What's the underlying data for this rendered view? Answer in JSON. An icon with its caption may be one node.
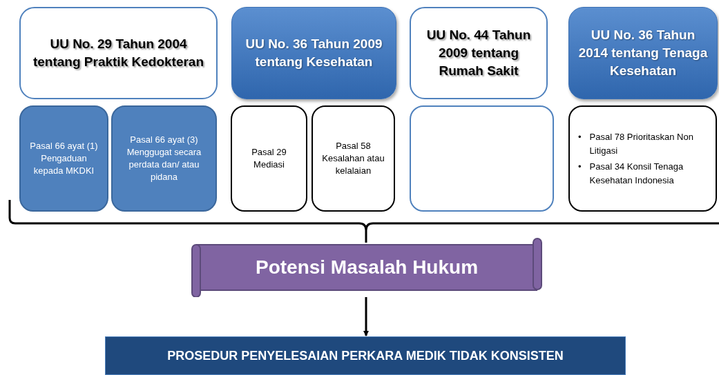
{
  "diagram": {
    "nodes": [
      {
        "text": [
          "UU No. 29 Tahun 2004 tentang Praktik Kedokteran"
        ]
      },
      {
        "text": [
          "UU No. 36 Tahun 2009 tentang Kesehatan"
        ]
      },
      {
        "text": [
          "UU No. 44 Tahun 2009 tentang Rumah Sakit"
        ]
      },
      {
        "text": [
          "UU No. 36 Tahun 2014 tentang Tenaga Kesehatan"
        ]
      },
      {
        "text": [
          "Pasal 66 ayat (1) Pengaduan kepada MKDKI"
        ]
      },
      {
        "text": [
          "Pasal 66 ayat (3) Menggugat secara perdata dan/ atau pidana"
        ]
      },
      {
        "text": [
          "Pasal 29 Mediasi"
        ]
      },
      {
        "text": [
          "Pasal 58 Kesalahan atau kelalaian"
        ]
      },
      {
        "text": [],
        "shape": "box"
      },
      {
        "text": [
          "Pasal 78 Prioritaskan Non Litigasi",
          "Pasal 34 Konsil Tenaga Kesehatan Indonesia"
        ]
      },
      {
        "text": [
          "Potensi Masalah Hukum"
        ]
      },
      {
        "text": [
          "PROSEDUR PENYELESAIAN PERKARA MEDIK TIDAK KONSISTEN"
        ]
      }
    ],
    "edges": [
      {
        "from": 10,
        "to": 11,
        "arrow": "to"
      }
    ],
    "labels": [
      "•",
      "•"
    ]
  }
}
